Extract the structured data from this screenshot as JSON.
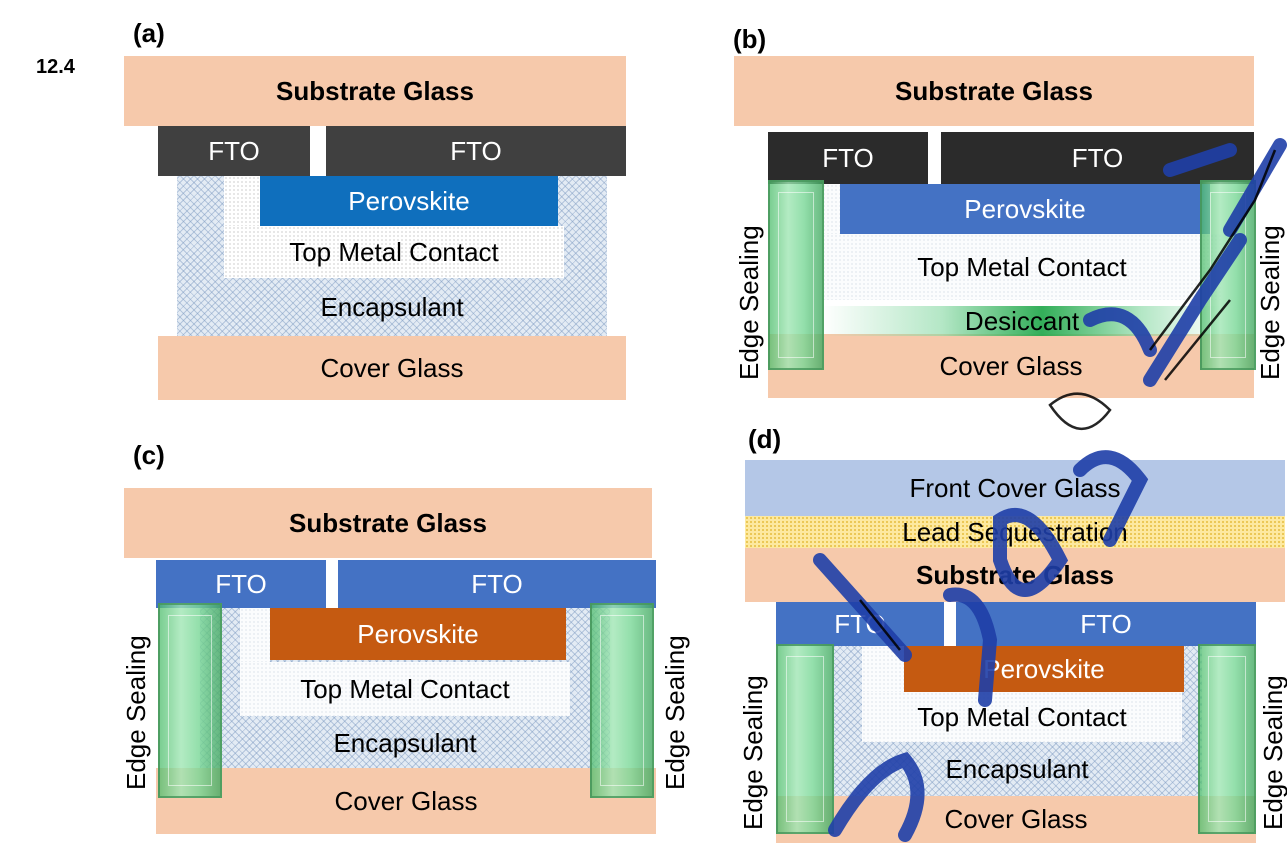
{
  "page_label": "12.4",
  "panel_a": {
    "label": "(a)",
    "substrate": "Substrate Glass",
    "fto_left": "FTO",
    "fto_right": "FTO",
    "perovskite": "Perovskite",
    "top_metal": "Top Metal Contact",
    "encapsulant": "Encapsulant",
    "cover": "Cover Glass"
  },
  "panel_b": {
    "label": "(b)",
    "substrate": "Substrate Glass",
    "fto_left": "FTO",
    "fto_right": "FTO",
    "perovskite": "Perovskite",
    "top_metal": "Top Metal Contact",
    "desiccant": "Desiccant",
    "cover": "Cover Glass",
    "edge_left": "Edge Sealing",
    "edge_right": "Edge Sealing"
  },
  "panel_c": {
    "label": "(c)",
    "substrate": "Substrate Glass",
    "fto_left": "FTO",
    "fto_right": "FTO",
    "perovskite": "Perovskite",
    "top_metal": "Top Metal Contact",
    "encapsulant": "Encapsulant",
    "cover": "Cover Glass",
    "edge_left": "Edge Sealing",
    "edge_right": "Edge Sealing"
  },
  "panel_d": {
    "label": "(d)",
    "front_cover": "Front Cover Glass",
    "lead": "Lead Sequestration",
    "substrate": "Substrate Glass",
    "fto_left": "FTO",
    "fto_right": "FTO",
    "perovskite": "Perovskite",
    "top_metal": "Top Metal Contact",
    "encapsulant": "Encapsulant",
    "cover": "Cover Glass",
    "edge_left": "Edge Sealing",
    "edge_right": "Edge Sealing"
  },
  "colors": {
    "glass": "#f6c9ab",
    "fto_dark": "#404040",
    "fto_blue": "#4472c4",
    "perovskite_blue": "#0f6fbd",
    "perovskite_orange": "#c55a11",
    "edge_seal": "#5cc47c",
    "watermark": "#1f3fa8"
  }
}
